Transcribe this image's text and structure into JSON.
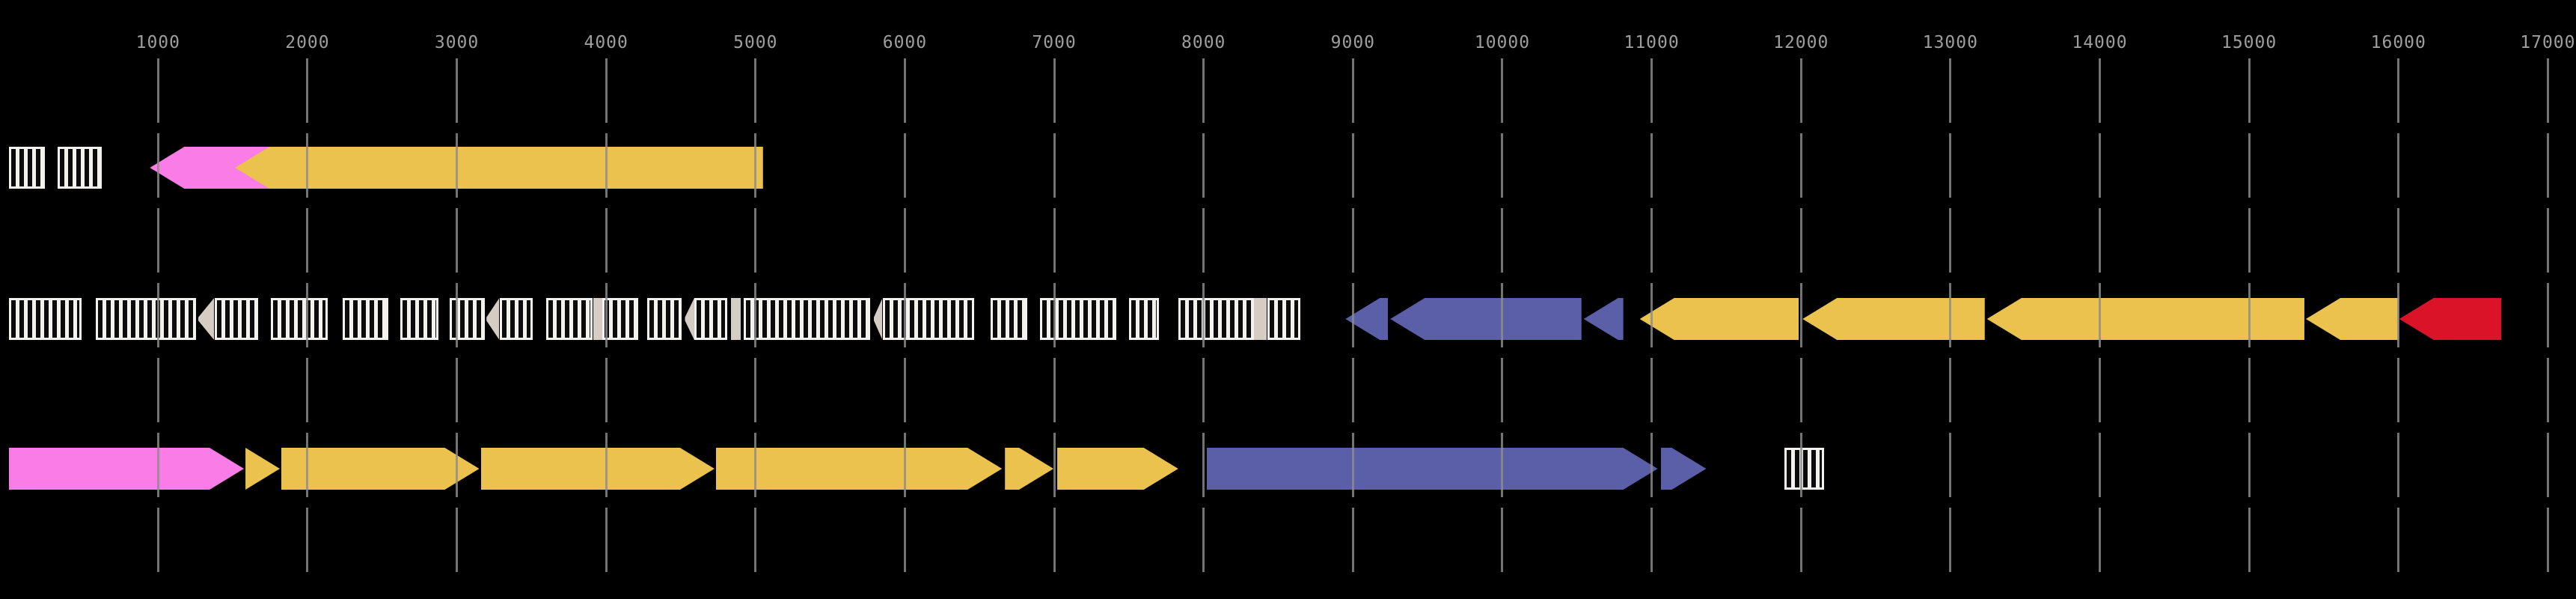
{
  "chart_data": {
    "type": "gene-map",
    "title": "",
    "background": "#000000",
    "axis": {
      "position": "top",
      "tick_start": 1000,
      "tick_end": 17000,
      "tick_step": 1000,
      "tick_labels": [
        "1000",
        "2000",
        "3000",
        "4000",
        "5000",
        "6000",
        "7000",
        "8000",
        "9000",
        "10000",
        "11000",
        "12000",
        "13000",
        "14000",
        "15000",
        "16000",
        "17000"
      ],
      "domain": [
        0,
        17100
      ],
      "grid": true,
      "grid_style": "dashed",
      "grid_color": "#8a8a8a",
      "label_color": "#9e9e9e"
    },
    "colors": {
      "pink": "#f97ce7",
      "yellow": "#ebc24d",
      "blue": "#5b5fa8",
      "red": "#da1328",
      "tan": "#d5ccc3",
      "hatch_fill": "#f4f2ef",
      "hatch_stripe": "#0b0b0b"
    },
    "tracks": [
      {
        "name": "track-1",
        "features": [
          {
            "kind": "hatched",
            "start": 0,
            "end": 240
          },
          {
            "kind": "hatched",
            "start": 325,
            "end": 625
          },
          {
            "kind": "gene",
            "color": "pink",
            "strand": -1,
            "start": 945,
            "end": 1745,
            "z": 10
          },
          {
            "kind": "gene",
            "color": "yellow",
            "strand": -1,
            "start": 1515,
            "end": 5050,
            "z": 11
          }
        ]
      },
      {
        "name": "track-2",
        "features": [
          {
            "kind": "hatched",
            "start": 0,
            "end": 490
          },
          {
            "kind": "hatched",
            "start": 585,
            "end": 1255
          },
          {
            "kind": "tan-head",
            "start": 1265,
            "end": 1375
          },
          {
            "kind": "hatched",
            "start": 1380,
            "end": 1670
          },
          {
            "kind": "hatched",
            "start": 1755,
            "end": 2135
          },
          {
            "kind": "hatched",
            "start": 2235,
            "end": 2540
          },
          {
            "kind": "hatched",
            "start": 2620,
            "end": 2875
          },
          {
            "kind": "hatched",
            "start": 2950,
            "end": 3190
          },
          {
            "kind": "tan-head",
            "start": 3195,
            "end": 3285
          },
          {
            "kind": "hatched",
            "start": 3290,
            "end": 3510
          },
          {
            "kind": "hatched",
            "start": 3600,
            "end": 3910
          },
          {
            "kind": "tan-block",
            "start": 3912,
            "end": 3972
          },
          {
            "kind": "hatched",
            "start": 3975,
            "end": 4215
          },
          {
            "kind": "hatched",
            "start": 4275,
            "end": 4505
          },
          {
            "kind": "tan-head",
            "start": 4525,
            "end": 4590
          },
          {
            "kind": "hatched",
            "start": 4592,
            "end": 4810
          },
          {
            "kind": "tan-block",
            "start": 4838,
            "end": 4900
          },
          {
            "kind": "hatched",
            "start": 4920,
            "end": 5765
          },
          {
            "kind": "tan-head",
            "start": 5790,
            "end": 5850
          },
          {
            "kind": "hatched",
            "start": 5852,
            "end": 6465
          },
          {
            "kind": "hatched",
            "start": 6575,
            "end": 6820
          },
          {
            "kind": "hatched",
            "start": 6905,
            "end": 7415
          },
          {
            "kind": "hatched",
            "start": 7500,
            "end": 7700
          },
          {
            "kind": "hatched",
            "start": 7830,
            "end": 8335
          },
          {
            "kind": "tan-block",
            "start": 8337,
            "end": 8420
          },
          {
            "kind": "hatched",
            "start": 8428,
            "end": 8650
          },
          {
            "kind": "gene",
            "color": "blue",
            "strand": -1,
            "start": 8950,
            "end": 9235
          },
          {
            "kind": "gene",
            "color": "blue",
            "strand": -1,
            "start": 9250,
            "end": 10530
          },
          {
            "kind": "gene",
            "color": "blue",
            "strand": -1,
            "start": 10545,
            "end": 10810
          },
          {
            "kind": "gene",
            "color": "yellow",
            "strand": -1,
            "start": 10920,
            "end": 11985
          },
          {
            "kind": "gene",
            "color": "yellow",
            "strand": -1,
            "start": 12010,
            "end": 13230
          },
          {
            "kind": "gene",
            "color": "yellow",
            "strand": -1,
            "start": 13245,
            "end": 15370
          },
          {
            "kind": "gene",
            "color": "yellow",
            "strand": -1,
            "start": 15380,
            "end": 16000
          },
          {
            "kind": "gene",
            "color": "red",
            "strand": -1,
            "start": 16005,
            "end": 16690
          }
        ]
      },
      {
        "name": "track-3",
        "features": [
          {
            "kind": "gene",
            "color": "pink",
            "strand": 1,
            "start": 0,
            "end": 1575
          },
          {
            "kind": "gene",
            "color": "yellow",
            "strand": 1,
            "start": 1585,
            "end": 1815
          },
          {
            "kind": "gene",
            "color": "yellow",
            "strand": 1,
            "start": 1825,
            "end": 3150
          },
          {
            "kind": "gene",
            "color": "yellow",
            "strand": 1,
            "start": 3160,
            "end": 4725
          },
          {
            "kind": "gene",
            "color": "yellow",
            "strand": 1,
            "start": 4735,
            "end": 6650
          },
          {
            "kind": "gene",
            "color": "yellow",
            "strand": 1,
            "start": 6670,
            "end": 6995
          },
          {
            "kind": "gene",
            "color": "yellow",
            "strand": 1,
            "start": 7020,
            "end": 7830
          },
          {
            "kind": "gene",
            "color": "blue",
            "strand": 1,
            "start": 8020,
            "end": 11040
          },
          {
            "kind": "gene",
            "color": "blue",
            "strand": 1,
            "start": 11060,
            "end": 11365
          },
          {
            "kind": "hatched",
            "start": 11890,
            "end": 12155
          }
        ]
      }
    ]
  }
}
